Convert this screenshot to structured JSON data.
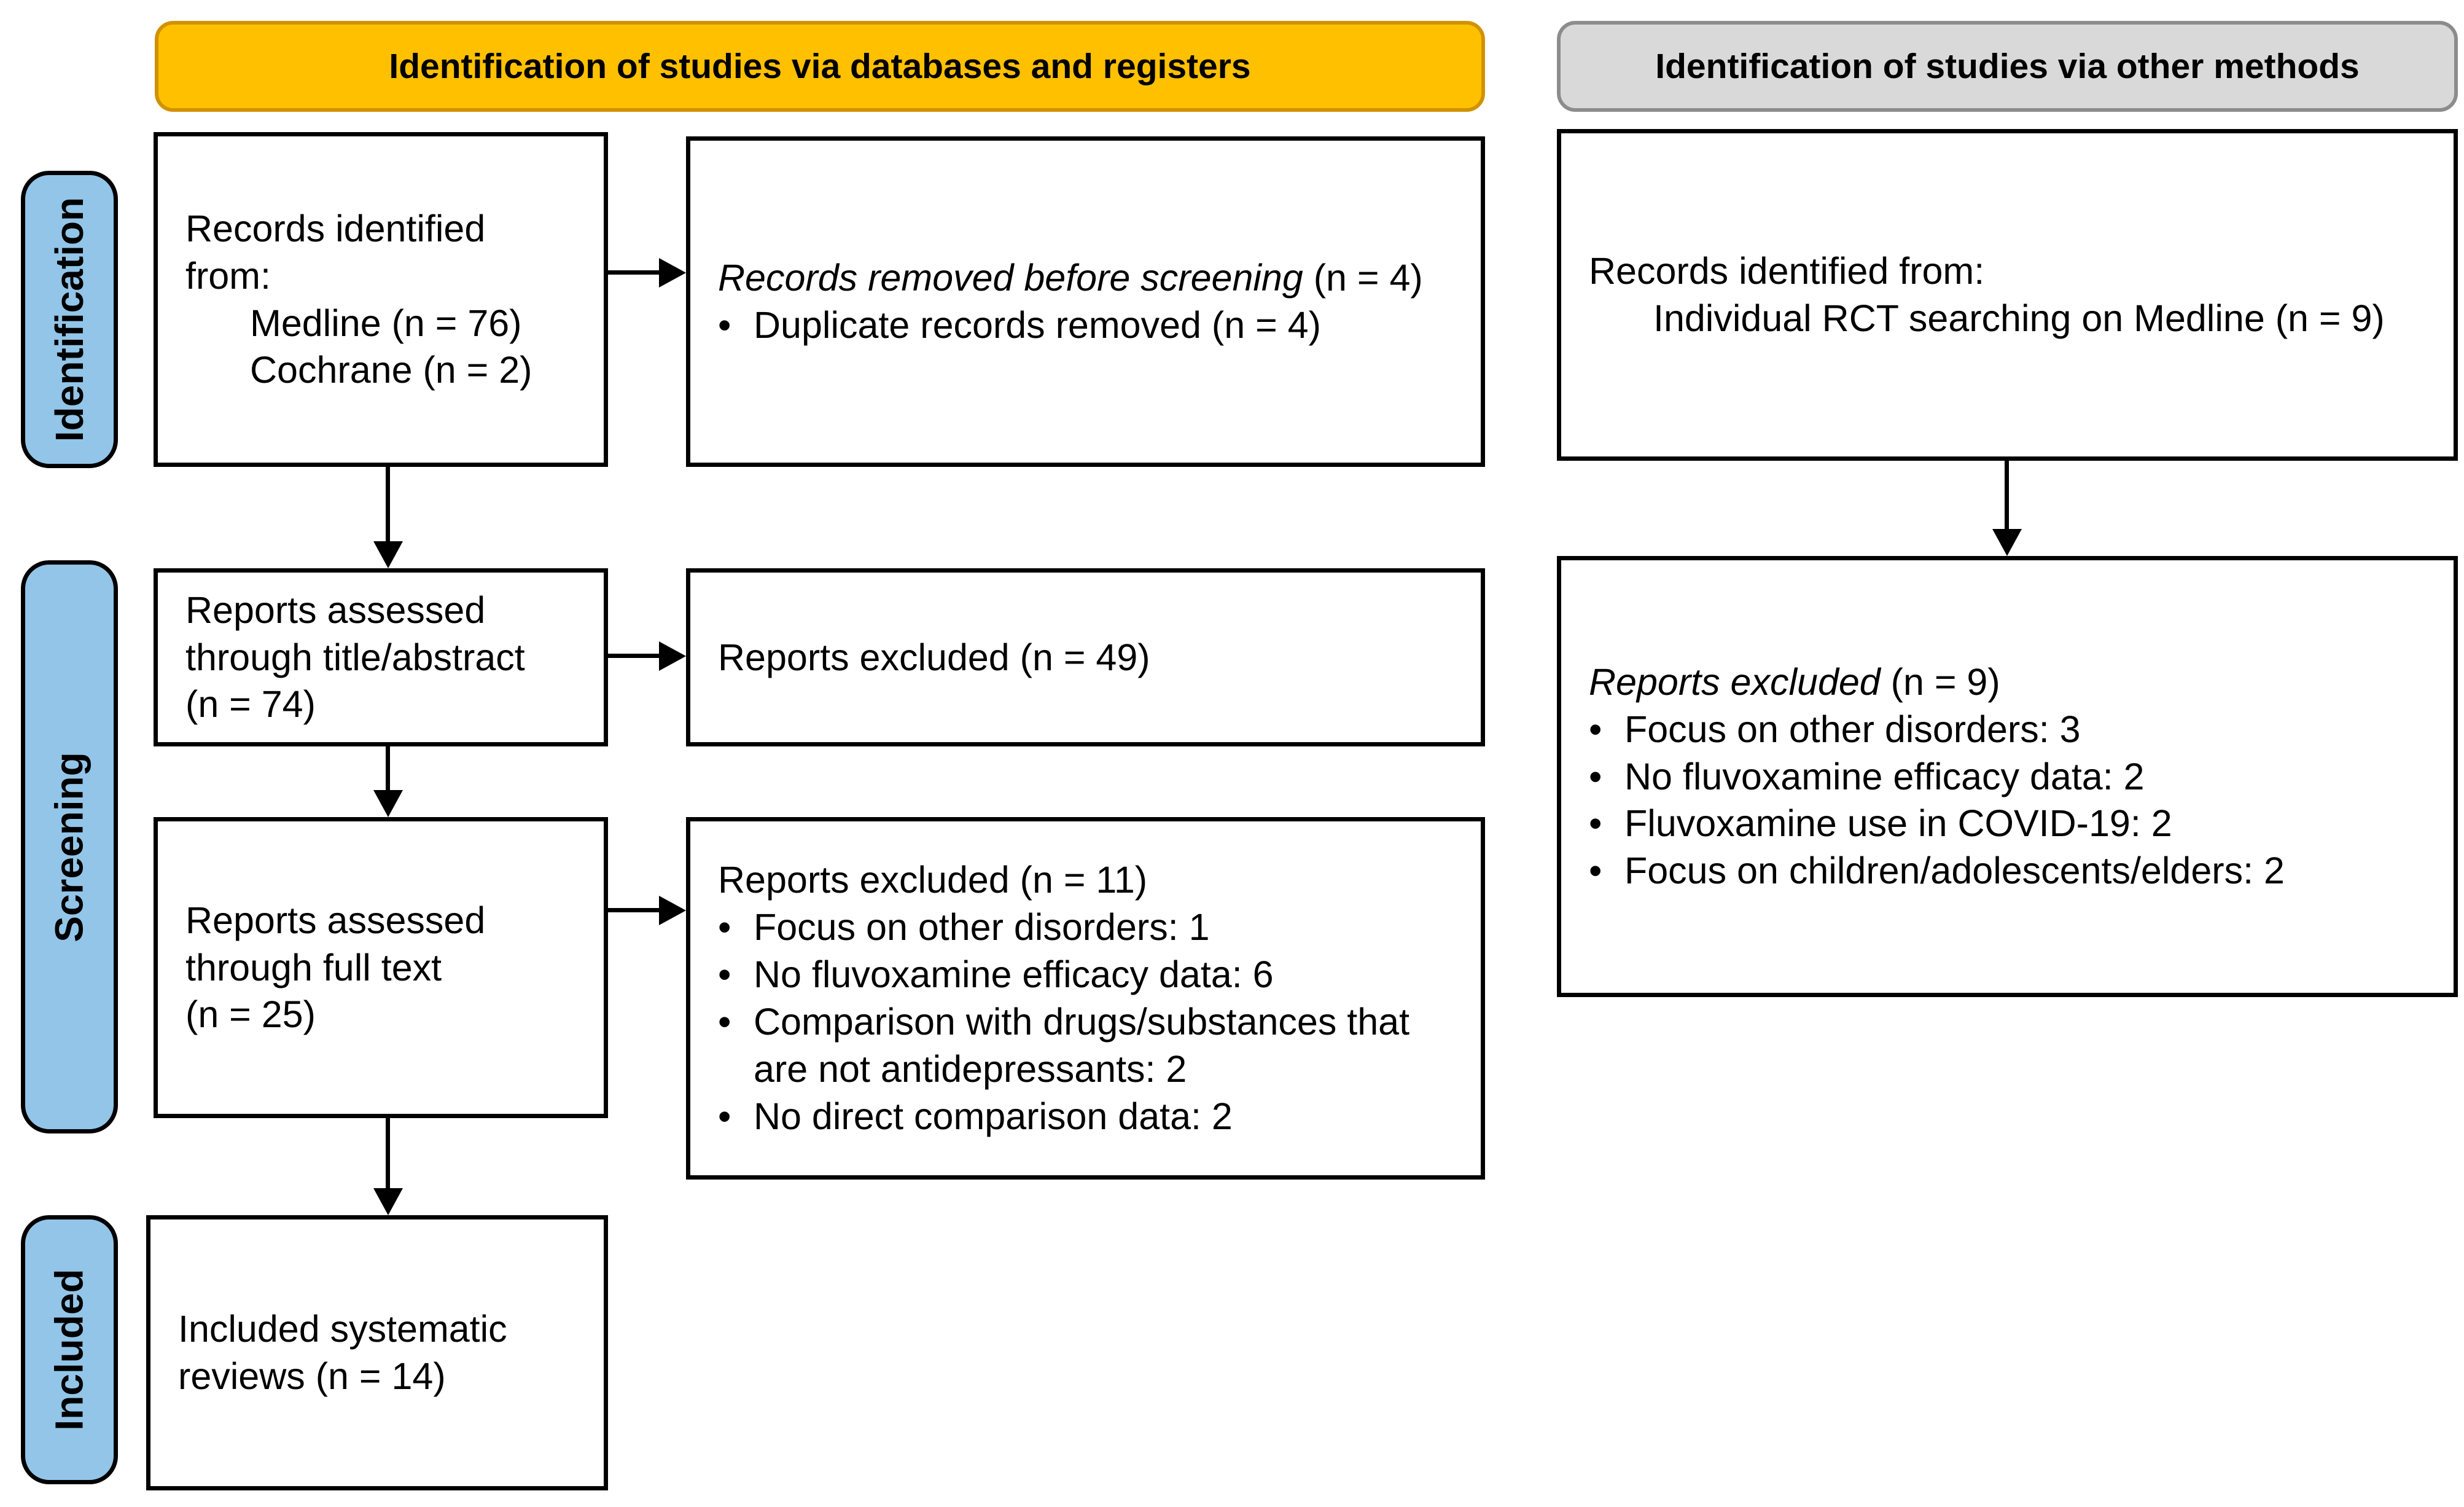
{
  "bullet": "•",
  "colors": {
    "databases_header_fill": "#FFC000",
    "databases_header_border": "#D19200",
    "other_header_fill": "#D9D9D9",
    "stage_label_fill": "#92C5E8",
    "box_border": "#000000"
  },
  "headers": {
    "databases": "Identification of studies via databases and registers",
    "other": "Identification of studies via other methods"
  },
  "stages": {
    "identification": "Identification",
    "screening": "Screening",
    "included": "Included"
  },
  "boxes": {
    "records_identified_db": {
      "line1": "Records identified",
      "line2": "from:",
      "source1": "Medline (n = 76)",
      "source2": "Cochrane (n = 2)"
    },
    "records_removed": {
      "title_italic": "Records removed before screening",
      "title_suffix": " (n = 4)",
      "bullet1": "Duplicate records removed (n = 4)"
    },
    "records_identified_other": {
      "line1": "Records identified from:",
      "source1": "Individual RCT searching on Medline (n = 9)"
    },
    "assessed_title_abstract": {
      "line1": "Reports assessed",
      "line2": "through title/abstract",
      "line3": "(n = 74)"
    },
    "excluded_title_abstract": {
      "title": "Reports excluded (n = 49)"
    },
    "assessed_full_text": {
      "line1": "Reports assessed",
      "line2": "through full text",
      "line3": "(n = 25)"
    },
    "excluded_full_text": {
      "title": "Reports excluded (n = 11)",
      "bullet1": "Focus on other disorders: 1",
      "bullet2": "No fluvoxamine efficacy data: 6",
      "bullet3_line1": "Comparison with drugs/substances that",
      "bullet3_line2": "are not antidepressants: 2",
      "bullet4": "No direct comparison data: 2"
    },
    "excluded_other": {
      "title_italic": "Reports excluded",
      "title_suffix": " (n = 9)",
      "bullet1": "Focus on other disorders: 3",
      "bullet2": "No fluvoxamine efficacy data: 2",
      "bullet3": "Fluvoxamine use in COVID-19: 2",
      "bullet4": "Focus on children/adolescents/elders: 2"
    },
    "included_reviews": {
      "line1": "Included systematic",
      "line2": "reviews (n = 14)"
    }
  }
}
